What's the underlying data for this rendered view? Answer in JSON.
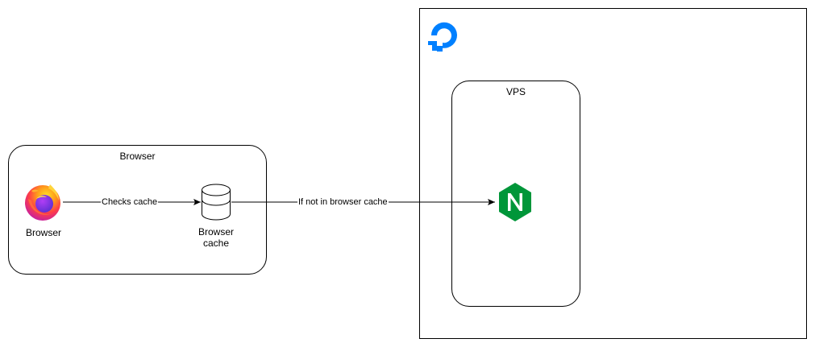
{
  "browser_group": {
    "title": "Browser",
    "browser_node": {
      "label": "Browser",
      "icon": "firefox-icon"
    },
    "cache_node": {
      "label_line1": "Browser",
      "label_line2": "cache",
      "icon": "database-cylinder-icon"
    }
  },
  "cloud_group": {
    "logo_icon": "digitalocean-logo-icon",
    "logo_color": "#0080FF",
    "vps": {
      "title": "VPS",
      "server_icon": "nginx-icon",
      "server_color": "#009639"
    }
  },
  "edges": {
    "checks_cache": "Checks cache",
    "if_not_cached": "If not in browser cache"
  }
}
